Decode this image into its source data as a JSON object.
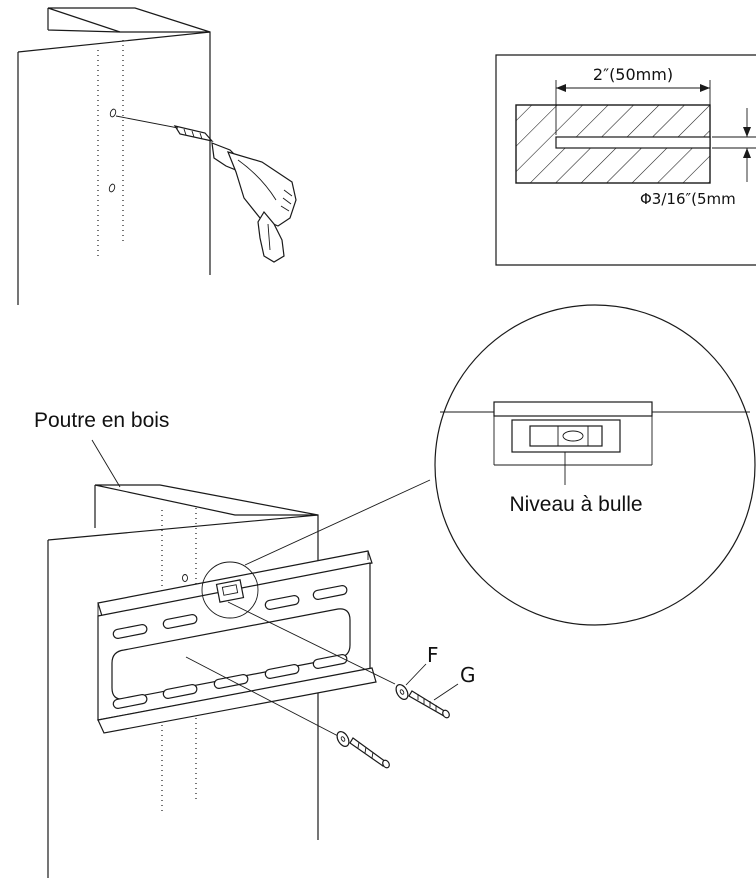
{
  "labels": {
    "beam": "Poutre en bois",
    "level": "Niveau à bulle",
    "part_f": "F",
    "part_g": "G",
    "hole_depth": "2″(50mm)",
    "hole_diameter": "Φ3/16″(5mm"
  },
  "colors": {
    "line": "#1a1a1a",
    "background": "#ffffff"
  }
}
